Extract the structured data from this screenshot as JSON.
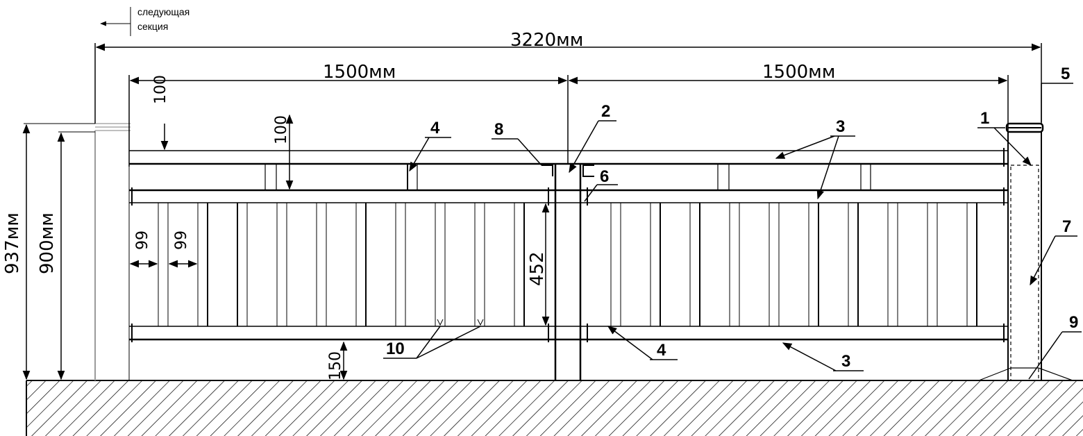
{
  "note": {
    "line1": "следующая",
    "line2": "секция"
  },
  "dimensions": {
    "total": "3220мм",
    "left_span": "1500мм",
    "right_span": "1500мм",
    "height_total": "937мм",
    "height_rail": "900мм",
    "top_gap": "100",
    "rail_gap": "100",
    "bar_spacing_a": "99",
    "bar_spacing_b": "99",
    "bar_height": "452",
    "bottom_gap": "150"
  },
  "callouts": {
    "c1": "1",
    "c2": "2",
    "c3a": "3",
    "c3b": "3",
    "c4a": "4",
    "c4b": "4",
    "c5": "5",
    "c6": "6",
    "c7": "7",
    "c8": "8",
    "c9": "9",
    "c10": "10"
  }
}
